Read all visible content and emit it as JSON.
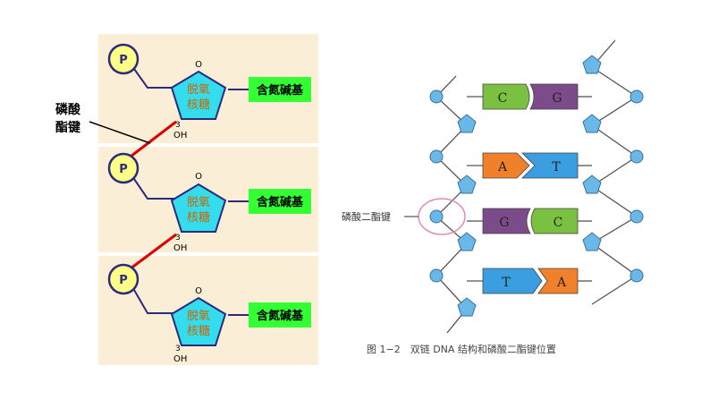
{
  "left": {
    "bond_label_line1": "磷酸",
    "bond_label_line2": "酯键",
    "units": [
      {
        "phosphate": "P",
        "sugar_line1": "脱氧",
        "sugar_line2": "核糖",
        "top_o": "O",
        "carbon_num": "3",
        "oh": "OH",
        "base": "含氮碱基"
      },
      {
        "phosphate": "P",
        "sugar_line1": "脱氧",
        "sugar_line2": "核糖",
        "top_o": "O",
        "carbon_num": "3",
        "oh": "OH",
        "base": "含氮碱基"
      },
      {
        "phosphate": "P",
        "sugar_line1": "脱氧",
        "sugar_line2": "核糖",
        "top_o": "O",
        "carbon_num": "3",
        "oh": "OH",
        "base": "含氮碱基"
      }
    ],
    "colors": {
      "panel": "#fbeed6",
      "phosphate": "#ffff88",
      "sugar": "#33ddee",
      "sugar_text": "#cc6600",
      "base_box": "#33ff33",
      "bond": "#dd0000",
      "stroke": "#2b2b7a"
    }
  },
  "right": {
    "bond_label": "磷酸二酯键",
    "pairs": [
      {
        "left": "C",
        "right": "G",
        "left_color": "#7ac142",
        "right_color": "#7b4b8a"
      },
      {
        "left": "A",
        "right": "T",
        "left_color": "#f0802a",
        "right_color": "#3a9ee0"
      },
      {
        "left": "G",
        "right": "C",
        "left_color": "#7b4b8a",
        "right_color": "#7ac142"
      },
      {
        "left": "T",
        "right": "A",
        "left_color": "#3a9ee0",
        "right_color": "#f0802a"
      }
    ],
    "caption": "图 1−2　双链 DNA 结构和磷酸二酯键位置",
    "colors": {
      "node": "#6ab8e8",
      "highlight_ring": "#e08bb8",
      "backbone": "#555555"
    }
  }
}
